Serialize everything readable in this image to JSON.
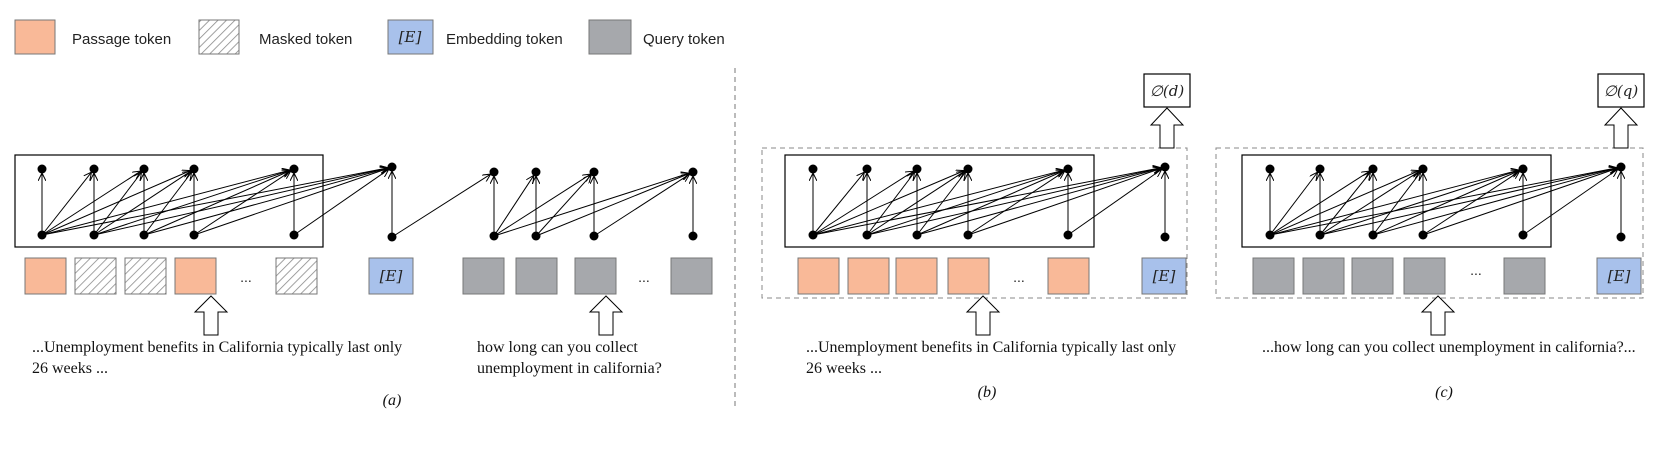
{
  "legend": {
    "passage": "Passage token",
    "masked": "Masked token",
    "embedding_symbol": "[E]",
    "embedding": "Embedding token",
    "query": "Query token"
  },
  "colors": {
    "passage": "#F9B998",
    "embedding": "#A8C1EB",
    "query": "#A6A8AC",
    "hatch": "#888888"
  },
  "ellipsis": "...",
  "panel_a": {
    "passage_text_line1": "...Unemployment benefits in California typically last only",
    "passage_text_line2": "26 weeks ...",
    "query_text_line1": "how long can you collect",
    "query_text_line2": "unemployment in california?",
    "label": "(a)"
  },
  "panel_b": {
    "output": "∅(d)",
    "text_line1": "...Unemployment benefits in California typically last only",
    "text_line2": "26 weeks ...",
    "label": "(b)"
  },
  "panel_c": {
    "output": "∅(q)",
    "text_line1": "...how long can you collect unemployment in california?...",
    "label": "(c)"
  }
}
